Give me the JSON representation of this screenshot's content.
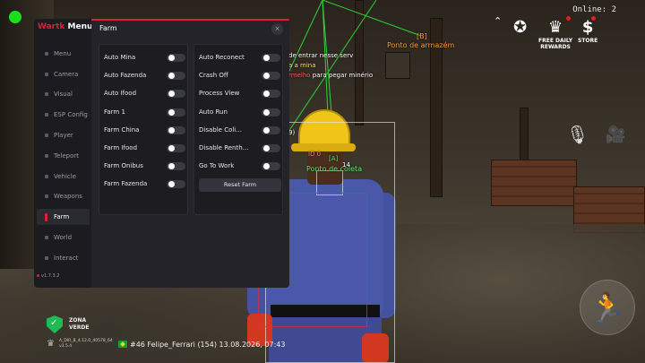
{
  "hud": {
    "online_text": "Online: 2",
    "rewards_label_1": "FREE DAILY",
    "rewards_label_2": "REWARDS",
    "store_label": "STORE",
    "zone_line_1": "ZONA",
    "zone_line_2": "VERDE",
    "build_line_1": "A_DIR_B_4.12.0_40578_64",
    "build_line_2": "v3.5.4",
    "player_info": "#46  Felipe_Ferrari (154)  13.08.2026, 07:43"
  },
  "world": {
    "chat_1": "de entrar nesse serv",
    "chat_2": "a a mina",
    "chat_3_red": "rmelho",
    "chat_3_rest": " para pegar minério",
    "marker_b": "[B]",
    "marker_b_label": "Ponto de armazém",
    "marker_a": "[A]",
    "marker_a_label": "Ponto de coleta",
    "esp_tag": "9)",
    "esp_id": "ID  0",
    "esp_num": "14"
  },
  "menu": {
    "logo_brand": "Wartk",
    "logo_rest": " Menu",
    "title": "Farm",
    "close_icon": "×",
    "version": "v1.7.3.2",
    "sidebar": [
      {
        "label": "Menu",
        "active": false
      },
      {
        "label": "Camera",
        "active": false
      },
      {
        "label": "Visual",
        "active": false
      },
      {
        "label": "ESP Config",
        "active": false
      },
      {
        "label": "Player",
        "active": false
      },
      {
        "label": "Teleport",
        "active": false
      },
      {
        "label": "Vehicle",
        "active": false
      },
      {
        "label": "Weapons",
        "active": false
      },
      {
        "label": "Farm",
        "active": true
      },
      {
        "label": "World",
        "active": false
      },
      {
        "label": "Interact",
        "active": false
      }
    ],
    "left_options": [
      "Auto Mina",
      "Auto Fazenda",
      "Auto Ifood",
      "Farm 1",
      "Farm China",
      "Farm Ifood",
      "Farm Onibus",
      "Farm Fazenda"
    ],
    "right_options": [
      "Auto Reconect",
      "Crash Off",
      "Process View",
      "Auto Run",
      "Disable Coli...",
      "Disable Renth...",
      "Go To Work"
    ],
    "reset_button": "Reset Farm"
  },
  "colors": {
    "accent": "#e21d3c",
    "status_online": "#19e01f",
    "zone_green": "#1dbb54"
  }
}
